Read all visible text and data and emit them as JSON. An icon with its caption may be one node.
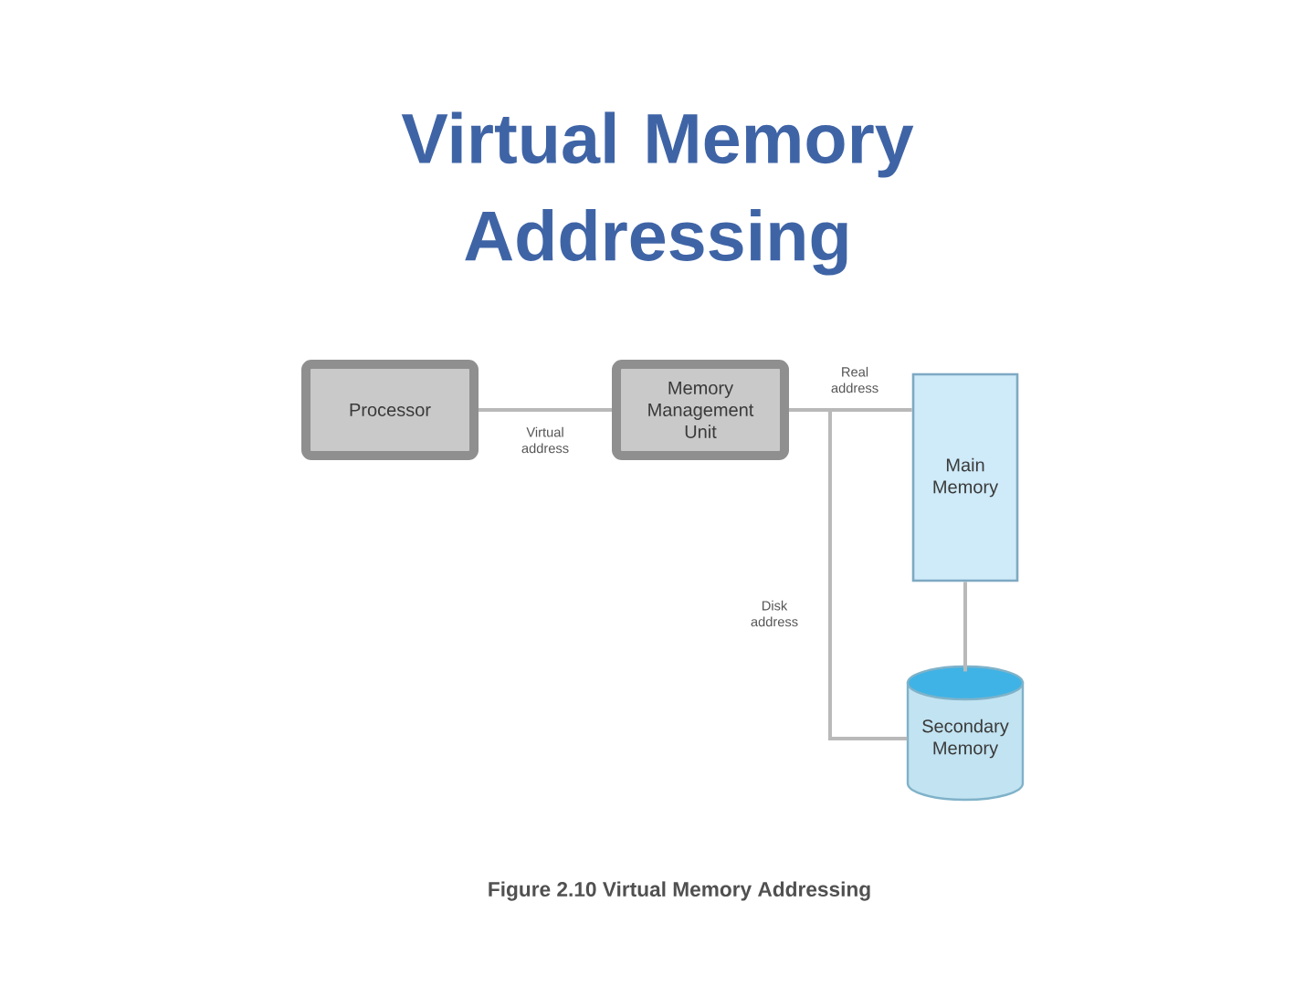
{
  "diagram": {
    "title": "Virtual Memory Addressing",
    "nodes": [
      {
        "text": [
          "Processor"
        ]
      },
      {
        "text": [
          "Memory Management Unit"
        ]
      },
      {
        "text": [
          "Main Memory"
        ]
      },
      {
        "text": [
          "Secondary Memory"
        ]
      }
    ],
    "edges": [
      {
        "from": 0,
        "to": 1,
        "arrow": "none",
        "label": "Virtual address"
      },
      {
        "from": 1,
        "to": 2,
        "arrow": "none",
        "label": "Real address"
      },
      {
        "from": 1,
        "to": 3,
        "arrow": "none",
        "label": "Disk address"
      },
      {
        "from": 2,
        "to": 3,
        "arrow": "none"
      }
    ],
    "caption": "Figure 2.10 Virtual Memory Addressing"
  }
}
